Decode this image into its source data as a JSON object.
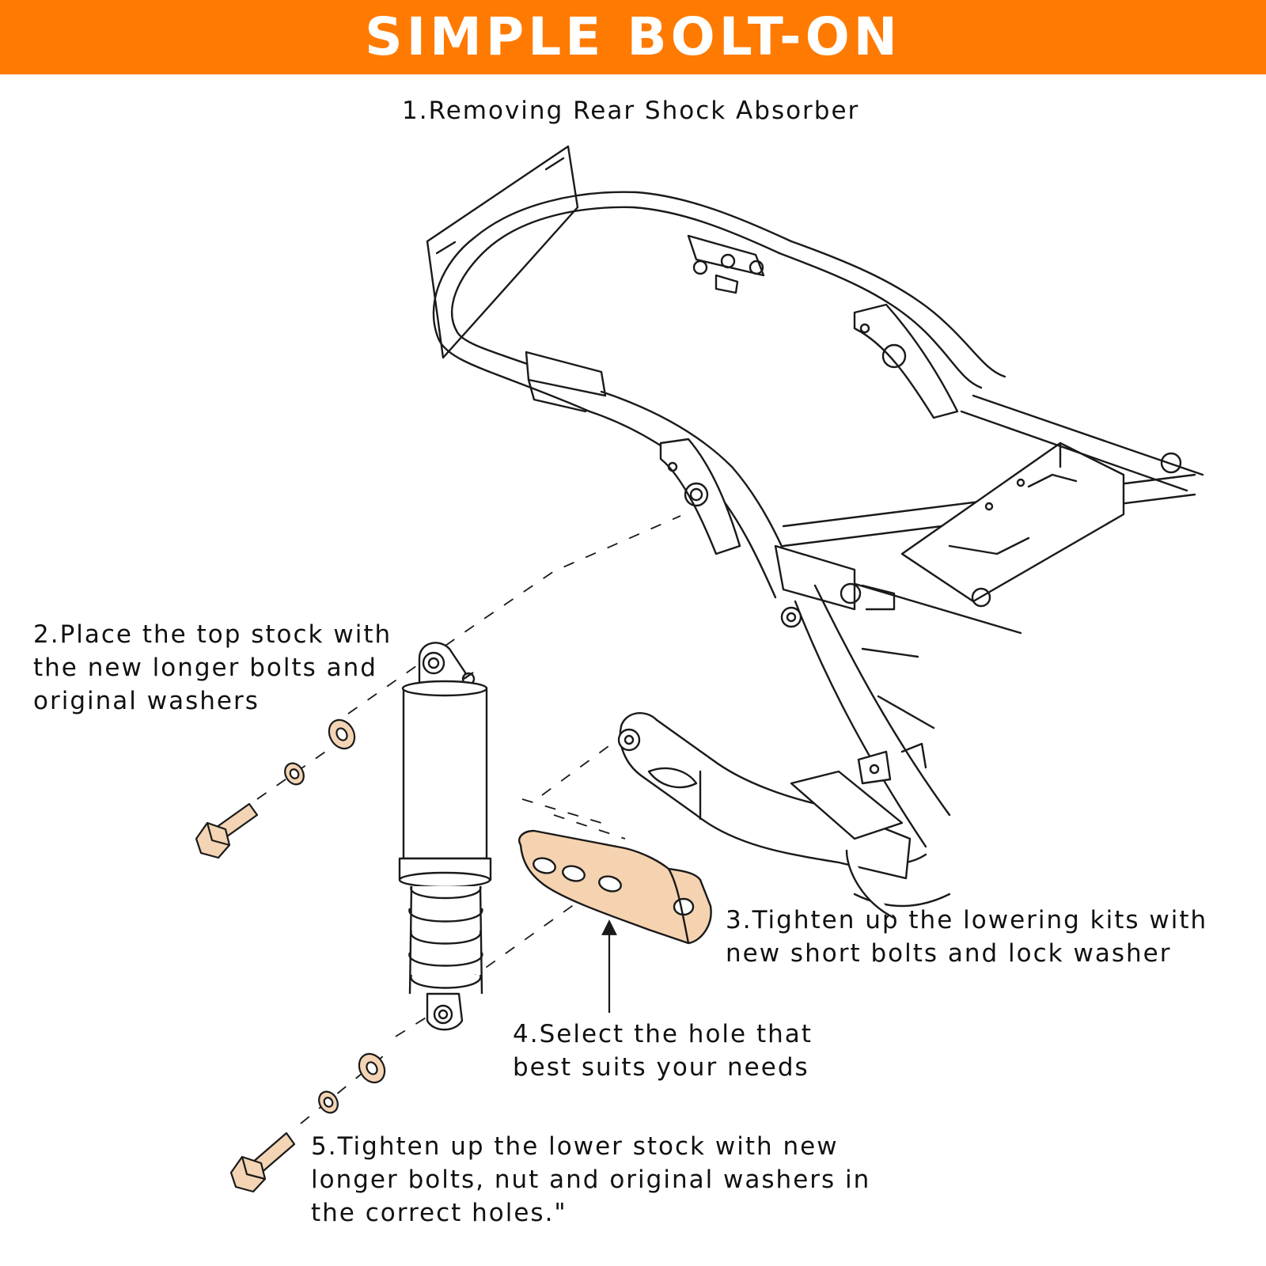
{
  "banner": {
    "title": "SIMPLE BOLT-ON",
    "color": "#ff7a00",
    "text_color": "#ffffff"
  },
  "steps": [
    {
      "number": 1,
      "lines": [
        "1.Removing Rear Shock Absorber"
      ]
    },
    {
      "number": 2,
      "lines": [
        "2.Place the top stock with",
        "the new longer bolts and",
        "original washers"
      ]
    },
    {
      "number": 3,
      "lines": [
        "3.Tighten up the lowering kits with",
        "new short bolts and lock washer"
      ]
    },
    {
      "number": 4,
      "lines": [
        "4.Select the hole that",
        "best suits your needs"
      ]
    },
    {
      "number": 5,
      "lines": [
        "5.Tighten up the lower stock with new",
        "longer bolts, nut and original washers in",
        "the correct holes.\""
      ]
    }
  ],
  "colors": {
    "line_art": "#1a1a1a",
    "hardware_fill": "#f3d4b4",
    "lowering_bracket_fill": "#f5d3b0"
  },
  "icons": [
    "motorcycle-frame-icon",
    "shock-absorber-icon",
    "lowering-bracket-icon",
    "bolt-icon",
    "washer-icon"
  ]
}
